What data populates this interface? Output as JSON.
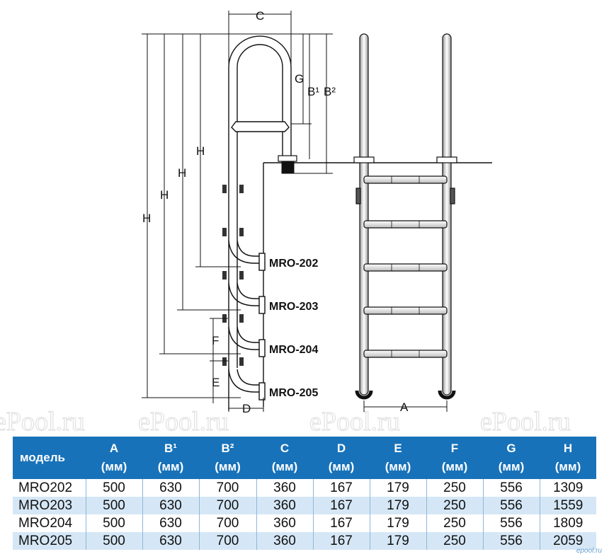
{
  "labels": {
    "C": "C",
    "G": "G",
    "B1": "B¹",
    "B2": "B²",
    "H": "H",
    "F": "F",
    "E": "E",
    "D": "D",
    "A": "A"
  },
  "models": [
    "MRO-202",
    "MRO-203",
    "MRO-204",
    "MRO-205"
  ],
  "watermark": "ePool.ru",
  "corner_mark": "epool.ru",
  "table": {
    "columns": [
      {
        "top": "модель",
        "bottom": ""
      },
      {
        "top": "A",
        "bottom": "(мм)"
      },
      {
        "top": "B¹",
        "bottom": "(мм)"
      },
      {
        "top": "B²",
        "bottom": "(мм)"
      },
      {
        "top": "C",
        "bottom": "(мм)"
      },
      {
        "top": "D",
        "bottom": "(мм)"
      },
      {
        "top": "E",
        "bottom": "(мм)"
      },
      {
        "top": "F",
        "bottom": "(мм)"
      },
      {
        "top": "G",
        "bottom": "(мм)"
      },
      {
        "top": "H",
        "bottom": "(мм)"
      }
    ],
    "rows": [
      [
        "MRO202",
        "500",
        "630",
        "700",
        "360",
        "167",
        "179",
        "250",
        "556",
        "1309"
      ],
      [
        "MRO203",
        "500",
        "630",
        "700",
        "360",
        "167",
        "179",
        "250",
        "556",
        "1559"
      ],
      [
        "MRO204",
        "500",
        "630",
        "700",
        "360",
        "167",
        "179",
        "250",
        "556",
        "1809"
      ],
      [
        "MRO205",
        "500",
        "630",
        "700",
        "360",
        "167",
        "179",
        "250",
        "556",
        "2059"
      ]
    ]
  }
}
